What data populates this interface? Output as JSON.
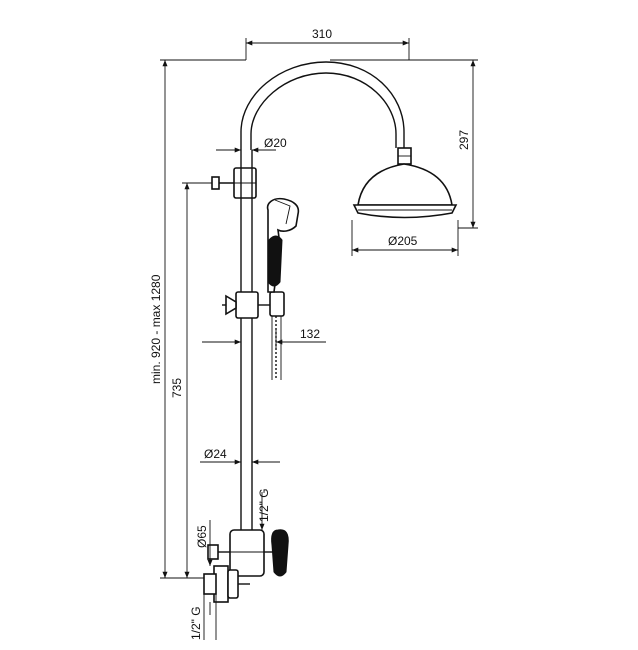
{
  "labels": {
    "arm_width": "310",
    "arm_height": "297",
    "pipe_diameter_top": "Ø20",
    "head_diameter": "Ø205",
    "handshower_offset": "132",
    "total_height": "min. 920 - max 1280",
    "lower_height": "735",
    "pipe_diameter_main": "Ø24",
    "inlet_thread": "1/2\" G",
    "flange_diameter": "Ø65",
    "outlet_thread": "1/2\" G"
  }
}
